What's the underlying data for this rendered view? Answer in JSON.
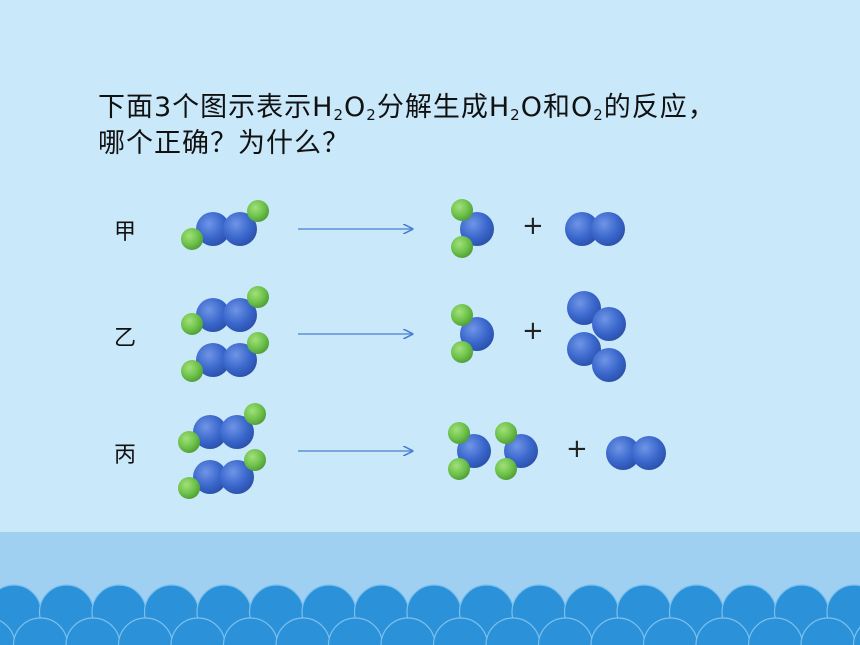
{
  "question": {
    "line1": {
      "p1": "下面3个图示表示H",
      "s1": "2",
      "p2": "O",
      "s2": "2",
      "p3": "分解生成H",
      "s3": "2",
      "p4": "O和O",
      "s4": "2",
      "p5": "的反应，"
    },
    "line2": "哪个正确？为什么？"
  },
  "rows": [
    {
      "label": "甲",
      "plus": "+"
    },
    {
      "label": "乙",
      "plus": "+"
    },
    {
      "label": "丙",
      "plus": "+"
    }
  ],
  "colors": {
    "background": "#c9e9fb",
    "wave_band": "#9fd0f2",
    "wave_scallop": "#2b91d8",
    "atom_blue": "#3a67cc",
    "atom_green": "#6cc14a",
    "arrow": "#4a7fd0"
  }
}
